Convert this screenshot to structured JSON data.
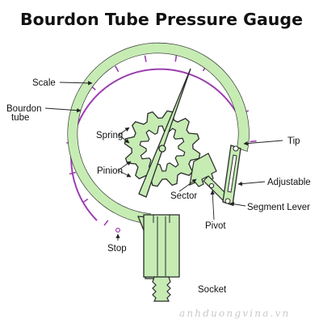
{
  "title": "Bourdon Tube Pressure Gauge",
  "labels": {
    "scale": "Scale",
    "bourdon_tube_line1": "Bourdon",
    "bourdon_tube_line2": "tube",
    "spring": "Spring",
    "pinion": "Pinion",
    "sector": "Sector",
    "pivot": "Pivot",
    "tip": "Tip",
    "adjustable": "Adjustable",
    "segment_lever": "Segment Lever",
    "stop": "Stop",
    "socket": "Socket"
  },
  "watermark": "anhduongvina.vn",
  "colors": {
    "tube_fill": "#c6ecb4",
    "outline": "#2b2b2b",
    "scale_arc": "#9b3fb0",
    "watermark": "#c9c9c9"
  }
}
